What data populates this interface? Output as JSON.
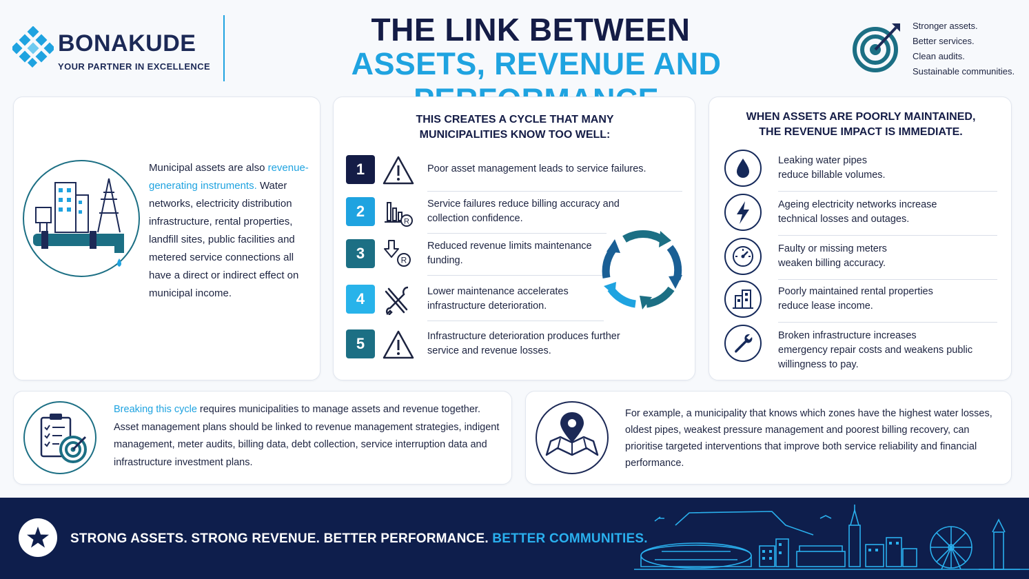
{
  "header": {
    "brand": "BONAKUDE",
    "tagline": "YOUR PARTNER IN EXCELLENCE",
    "title_line1": "THE LINK BETWEEN",
    "title_line2": "ASSETS, REVENUE AND PERFORMANCE",
    "slogans": [
      "Stronger assets.",
      "Better services.",
      "Clean audits.",
      "Sustainable communities."
    ]
  },
  "intro": {
    "lead": "Municipal assets are also",
    "highlight": "revenue-generating instruments.",
    "body": "Water networks, electricity distribution infrastructure, rental properties, landfill sites, public facilities and metered service connections all have a direct or indirect effect on municipal income."
  },
  "cycle": {
    "heading_line1": "THIS CREATES A CYCLE THAT MANY",
    "heading_line2": "MUNICIPALITIES KNOW TOO WELL:",
    "steps": [
      {
        "num": "1",
        "text": "Poor asset management leads to service failures.",
        "icon": "warning-icon",
        "color": "#141c46"
      },
      {
        "num": "2",
        "text": "Service failures reduce billing accuracy and collection confidence.",
        "icon": "billing-chart-icon",
        "color": "#1fa3e0"
      },
      {
        "num": "3",
        "text": "Reduced revenue limits maintenance funding.",
        "icon": "revenue-down-icon",
        "color": "#1c6f84"
      },
      {
        "num": "4",
        "text": "Lower maintenance accelerates infrastructure deterioration.",
        "icon": "tools-icon",
        "color": "#28b3ea"
      },
      {
        "num": "5",
        "text": "Infrastructure deterioration produces further service and revenue losses.",
        "icon": "warning-icon",
        "color": "#1c6f84"
      }
    ]
  },
  "impact": {
    "heading_line1": "WHEN ASSETS ARE POORLY MAINTAINED,",
    "heading_line2": "THE REVENUE IMPACT IS IMMEDIATE.",
    "items": [
      {
        "text_line1": "Leaking water pipes",
        "text_line2": "reduce billable volumes.",
        "icon": "water-drop-icon"
      },
      {
        "text_line1": "Ageing electricity networks increase",
        "text_line2": "technical losses and outages.",
        "icon": "lightning-icon"
      },
      {
        "text_line1": "Faulty or missing meters",
        "text_line2": "weaken billing accuracy.",
        "icon": "meter-gauge-icon"
      },
      {
        "text_line1": "Poorly maintained rental properties",
        "text_line2": "reduce lease income.",
        "icon": "building-icon"
      },
      {
        "text_line1": "Broken infrastructure increases",
        "text_line2": "emergency repair costs and weakens public willingness to pay.",
        "icon": "wrench-icon"
      }
    ]
  },
  "breaking": {
    "highlight": "Breaking this cycle",
    "body": " requires municipalities to manage assets and revenue together. Asset management plans should be linked to revenue management strategies, indigent management, meter audits, billing data, debt collection, service interruption data and infrastructure investment plans."
  },
  "example": {
    "body": "For example, a municipality that knows which zones have the highest water losses, oldest pipes, weakest pressure management and poorest billing recovery, can prioritise targeted interventions that improve both service reliability and financial performance."
  },
  "footer": {
    "main": "STRONG ASSETS. STRONG REVENUE. BETTER PERFORMANCE.",
    "accent": "BETTER COMMUNITIES."
  },
  "colors": {
    "navy": "#141c46",
    "accent_blue": "#1fa3e0",
    "teal": "#1c6f84",
    "footer_bg": "#0e1e4c"
  }
}
